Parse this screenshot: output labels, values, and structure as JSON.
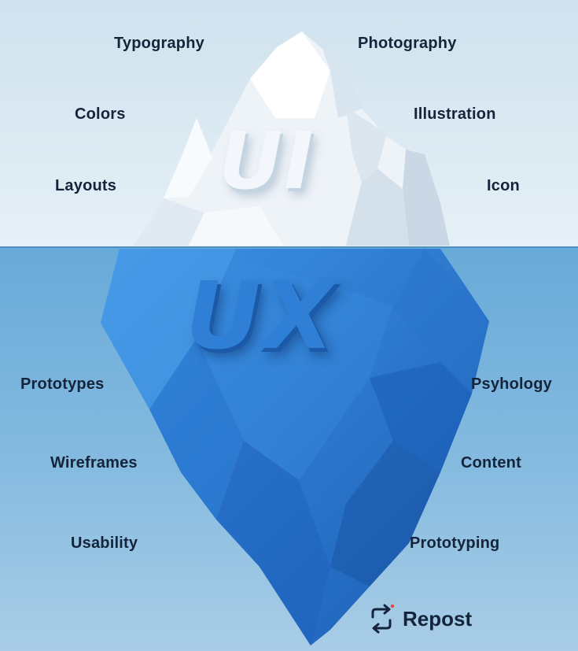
{
  "iceberg": {
    "top_word": "UI",
    "bottom_word": "UX",
    "ui_items": {
      "left": [
        "Typography",
        "Colors",
        "Layouts"
      ],
      "right": [
        "Photography",
        "Illustration",
        "Icon"
      ]
    },
    "ux_items": {
      "left": [
        "Prototypes",
        "Wireframes",
        "Usability"
      ],
      "right": [
        "Psyhology",
        "Content",
        "Prototyping"
      ]
    }
  },
  "footer": {
    "repost_label": "Repost",
    "repost_icon": "repost-icon"
  },
  "colors": {
    "sky_top": "#cfe2ee",
    "sky_bottom": "#e3eef5",
    "water_top": "#6fb0db",
    "water_bottom": "#9cc6e2",
    "ice_light": "#f5f8fb",
    "ice_shadow": "#c8d8e4",
    "underwater_ice": "#2f7fd6",
    "underwater_ice_dark": "#1a5eb8",
    "text": "#14243a"
  }
}
